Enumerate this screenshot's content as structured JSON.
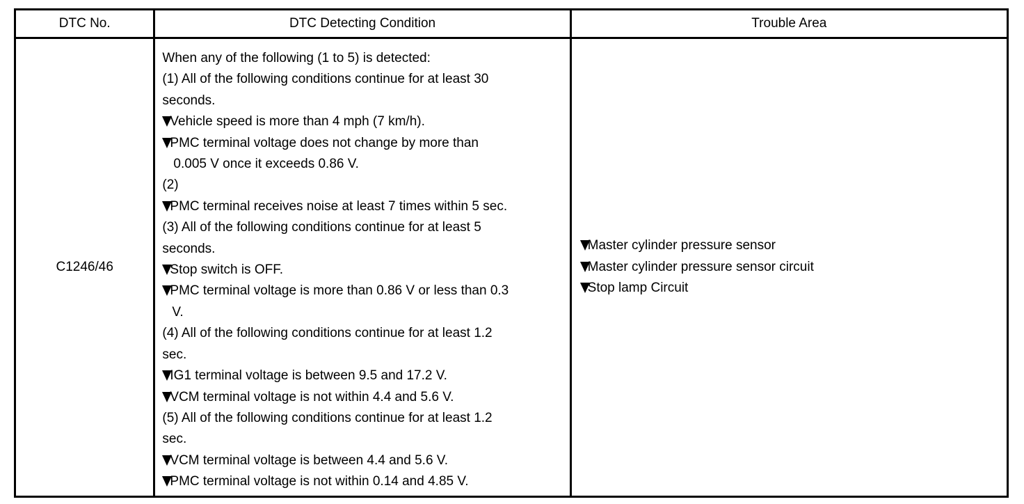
{
  "table": {
    "headers": {
      "dtc_no": "DTC No.",
      "condition": "DTC Detecting Condition",
      "trouble_area": "Trouble Area"
    },
    "row": {
      "dtc_no": "C1246/46",
      "condition_lines": [
        "When any of the following (1 to 5) is detected:",
        "(1) All of the following conditions continue for at least 30",
        "seconds.",
        "Vehicle speed is more than 4 mph (7 km/h).",
        "PMC terminal voltage does not change by more than",
        "0.005 V once it exceeds 0.86 V.",
        "(2)",
        "PMC terminal receives noise at least 7 times within 5 sec.",
        "(3) All of the following conditions continue for at least 5",
        "seconds.",
        "Stop switch is OFF.",
        "PMC terminal voltage is more than 0.86 V or less than 0.3",
        "V.",
        "(4) All of the following conditions continue for at least 1.2",
        "sec.",
        "IG1 terminal voltage is between 9.5 and 17.2 V.",
        "VCM terminal voltage is not within 4.4 and 5.6 V.",
        "(5) All of the following conditions continue for at least 1.2",
        "sec.",
        "VCM terminal voltage is between 4.4 and 5.6 V.",
        "PMC terminal voltage is not within 0.14 and 4.85 V."
      ],
      "trouble_area_items": [
        "Master cylinder pressure sensor",
        "Master cylinder pressure sensor circuit",
        "Stop lamp Circuit"
      ]
    }
  }
}
